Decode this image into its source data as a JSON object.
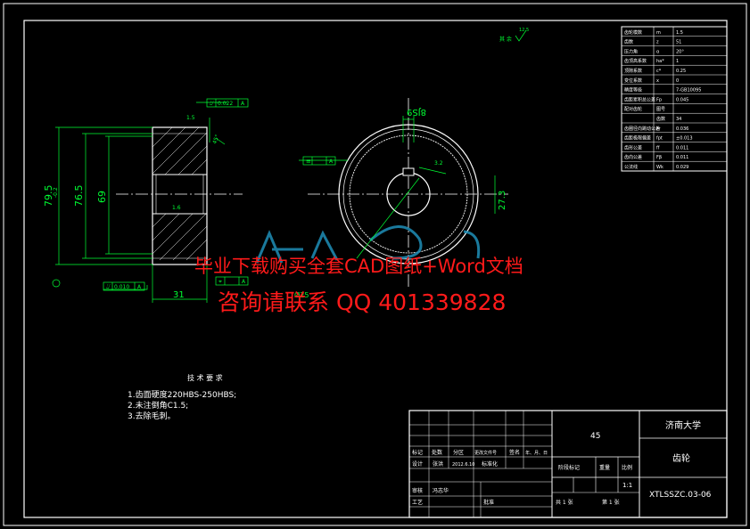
{
  "drawing": {
    "dimensions": {
      "outer_dia": "79.5",
      "tol": "-0.2",
      "pitch_dia": "76.5",
      "root_dia": "69",
      "width": "31",
      "chamfer": "1.5",
      "angle": "45°",
      "keyway": "8JS9",
      "bore_depth": "27.3",
      "bore_dia": "Ø25",
      "rough_1": "1.6",
      "rough_2": "3.2",
      "rough_3": "12.5",
      "rough_label": "其 余",
      "tol_a": "0.022",
      "tol_b": "0.010",
      "datum": "A"
    },
    "table": {
      "rows": [
        [
          "齿轮模数",
          "m",
          "1.5"
        ],
        [
          "齿数",
          "z",
          "51"
        ],
        [
          "压力角",
          "α",
          "20°"
        ],
        [
          "齿顶高系数",
          "ha*",
          "1"
        ],
        [
          "顶隙系数",
          "c*",
          "0.25"
        ],
        [
          "变位系数",
          "x",
          "0"
        ],
        [
          "精度等级",
          "",
          "7-GB10095"
        ],
        [
          "齿距累积总公差",
          "Fp",
          "0.045"
        ],
        [
          "配对齿轮",
          "图号",
          ""
        ],
        [
          "",
          "齿数",
          "34"
        ],
        [
          "齿圈径向跳动公差",
          "Fr",
          "0.036"
        ],
        [
          "齿距极限偏差",
          "fpt",
          "±0.013"
        ],
        [
          "齿形公差",
          "ff",
          "0.011"
        ],
        [
          "齿向公差",
          "Fβ",
          "0.011"
        ],
        [
          "公法线",
          "Wk",
          "0.029"
        ]
      ]
    },
    "tech_req": {
      "title": "技 术 要 求",
      "items": [
        "1.齿面硬度220HBS-250HBS;",
        "2.未注倒角C1.5;",
        "3.去除毛刺。"
      ]
    },
    "title_block": {
      "material": "45",
      "school": "济南大学",
      "part_name": "齿轮",
      "code": "XTLSSZC.03-06",
      "scale": "1:1",
      "weight_label": "重量",
      "scale_label": "比例",
      "stage_label": "阶段标记",
      "sheet": "共 1 张",
      "sheet_no": "第 1 张",
      "headers": [
        "标记",
        "处数",
        "分区",
        "更改文件号",
        "签名",
        "年、月、日"
      ],
      "design": "设计",
      "designer": "张洪",
      "date": "2012.6.10",
      "standard": "标准化",
      "review": "审核",
      "craft": "工艺",
      "approve": "批准",
      "reviewer": "冯志华"
    },
    "watermark": {
      "line1": "毕业下载购买全套CAD图纸+Word文档",
      "line2": "咨询请联系 QQ 401339828"
    },
    "colors": {
      "line": "#ffffff",
      "dim": "#00ff33",
      "watermark": "#ff1a1a",
      "logo": "#1f8fb8"
    }
  }
}
